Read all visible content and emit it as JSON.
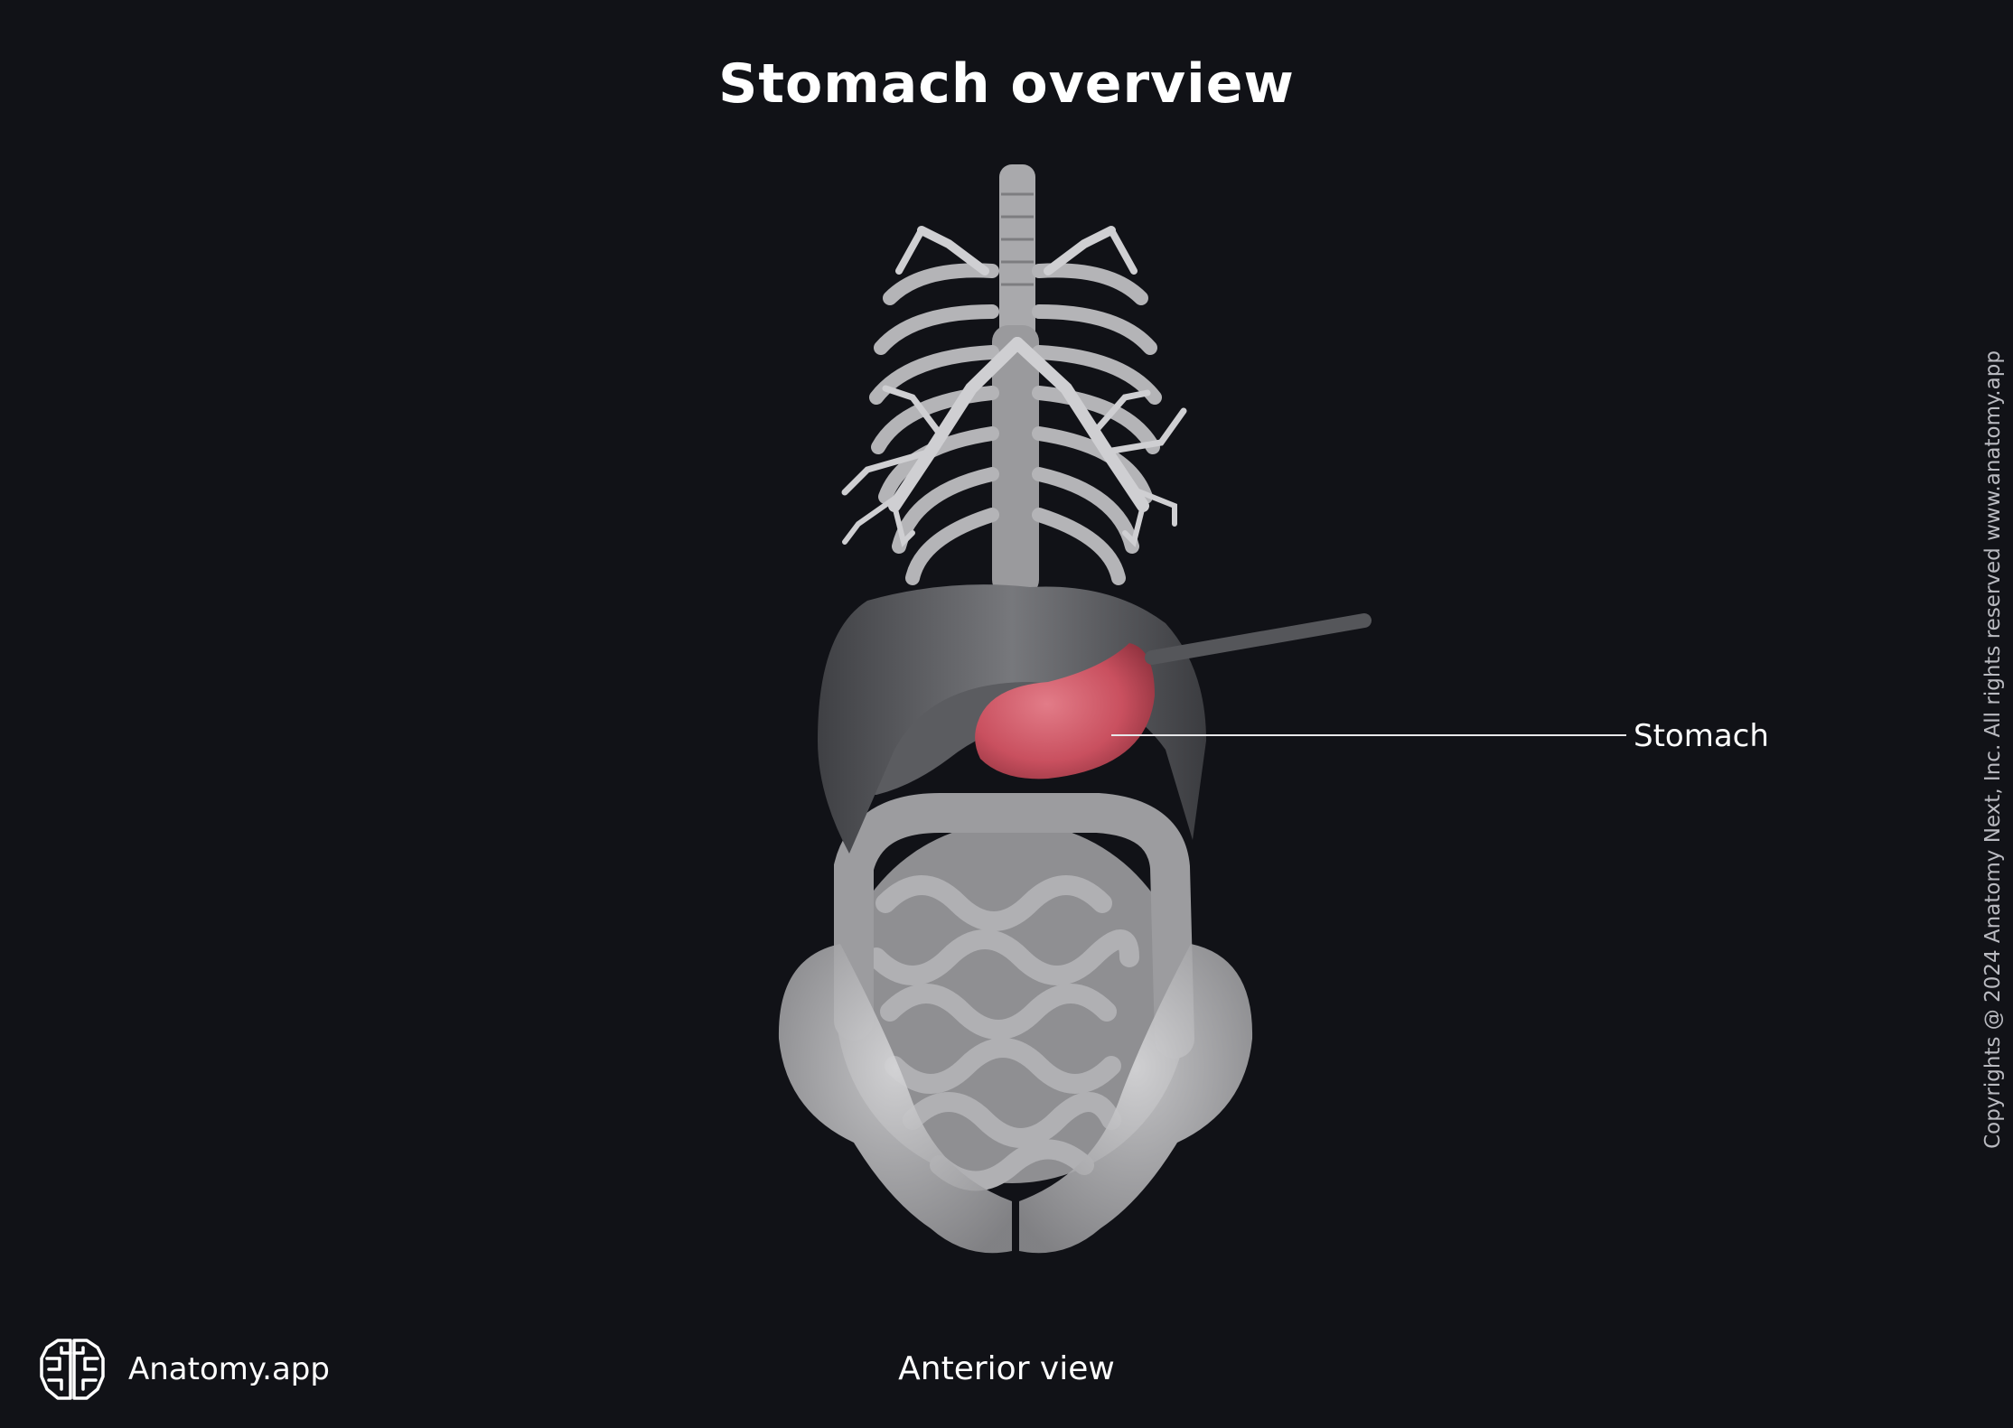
{
  "title": "Stomach overview",
  "view_caption": "Anterior view",
  "brand": {
    "name": "Anatomy.app",
    "icon": "brain-logo-icon"
  },
  "copyright": "Copyrights @ 2024 Anatomy Next, Inc. All rights reserved www.anatomy.app",
  "labels": [
    {
      "text": "Stomach",
      "target": "stomach"
    }
  ],
  "colors": {
    "background": "#111217",
    "stomach": "#d35e6b",
    "tissue": "#8c8c8f",
    "text": "#ffffff"
  }
}
